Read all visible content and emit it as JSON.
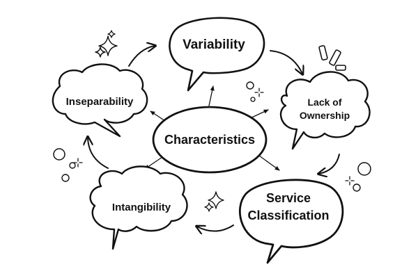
{
  "diagram": {
    "center": {
      "label": "Characteristics"
    },
    "nodes": [
      {
        "id": "variability",
        "lines": [
          "Variability"
        ]
      },
      {
        "id": "lack-of-ownership",
        "lines": [
          "Lack of",
          "Ownership"
        ]
      },
      {
        "id": "service-classification",
        "lines": [
          "Service",
          "Classification"
        ]
      },
      {
        "id": "intangibility",
        "lines": [
          "Intangibility"
        ]
      },
      {
        "id": "inseparability",
        "lines": [
          "Inseparability"
        ]
      }
    ],
    "cycle_order": [
      "variability",
      "lack-of-ownership",
      "service-classification",
      "intangibility",
      "inseparability"
    ],
    "ink_color": "#111111",
    "background_color": "#ffffff"
  }
}
